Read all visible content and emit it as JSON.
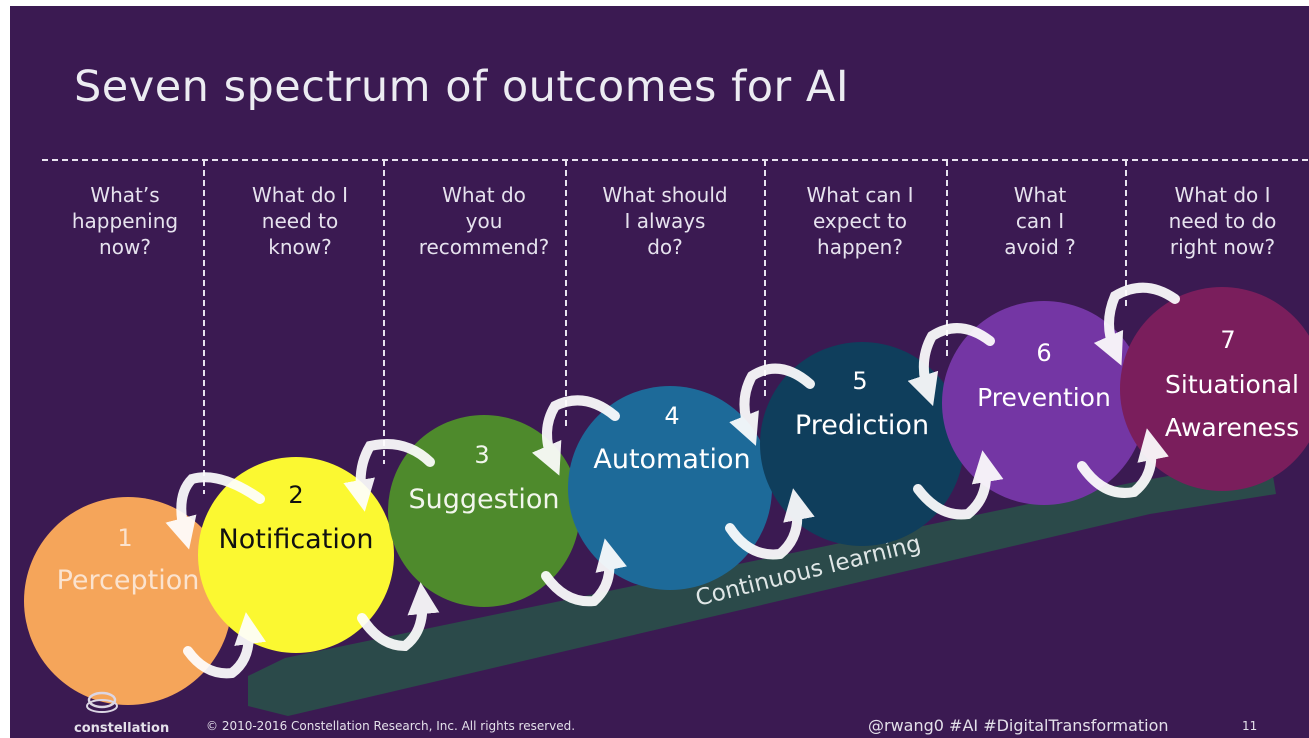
{
  "slide": {
    "title": "Seven spectrum of outcomes for AI",
    "background": "#3b1a52",
    "text_color": "#e6e2ee"
  },
  "columns": [
    {
      "question_lines": [
        "What’s",
        "happening",
        "now?"
      ]
    },
    {
      "question_lines": [
        "What do I",
        "need to",
        "know?"
      ]
    },
    {
      "question_lines": [
        "What do",
        "you",
        "recommend?"
      ]
    },
    {
      "question_lines": [
        "What should",
        "I always",
        "do?"
      ]
    },
    {
      "question_lines": [
        "What can I",
        "expect to",
        "happen?"
      ]
    },
    {
      "question_lines": [
        "What",
        "can I",
        "avoid ?"
      ]
    },
    {
      "question_lines": [
        "What do I",
        "need to do",
        "right now?"
      ]
    }
  ],
  "stages": [
    {
      "number": "1",
      "label_lines": [
        "Perception"
      ],
      "color": "#f5a55a",
      "text_color": "#fbe3cf"
    },
    {
      "number": "2",
      "label_lines": [
        "Notification"
      ],
      "color": "#fbf831",
      "text_color": "#111111"
    },
    {
      "number": "3",
      "label_lines": [
        "Suggestion"
      ],
      "color": "#4e8a2c",
      "text_color": "#f2f6ec"
    },
    {
      "number": "4",
      "label_lines": [
        "Automation"
      ],
      "color": "#1d6a99",
      "text_color": "#ffffff"
    },
    {
      "number": "5",
      "label_lines": [
        "Prediction"
      ],
      "color": "#0f3e5c",
      "text_color": "#ffffff"
    },
    {
      "number": "6",
      "label_lines": [
        "Prevention"
      ],
      "color": "#7436a4",
      "text_color": "#ffffff"
    },
    {
      "number": "7",
      "label_lines": [
        "Situational",
        "Awareness"
      ],
      "color": "#7a1e5c",
      "text_color": "#ffffff"
    }
  ],
  "arrow": {
    "label": "Continuous learning",
    "color": "#2b4a4a"
  },
  "footer": {
    "logo_text": "constellation",
    "copyright": "© 2010-2016 Constellation Research, Inc. All rights reserved.",
    "hashtags": "@rwang0 #AI #DigitalTransformation",
    "page_number": "11"
  }
}
